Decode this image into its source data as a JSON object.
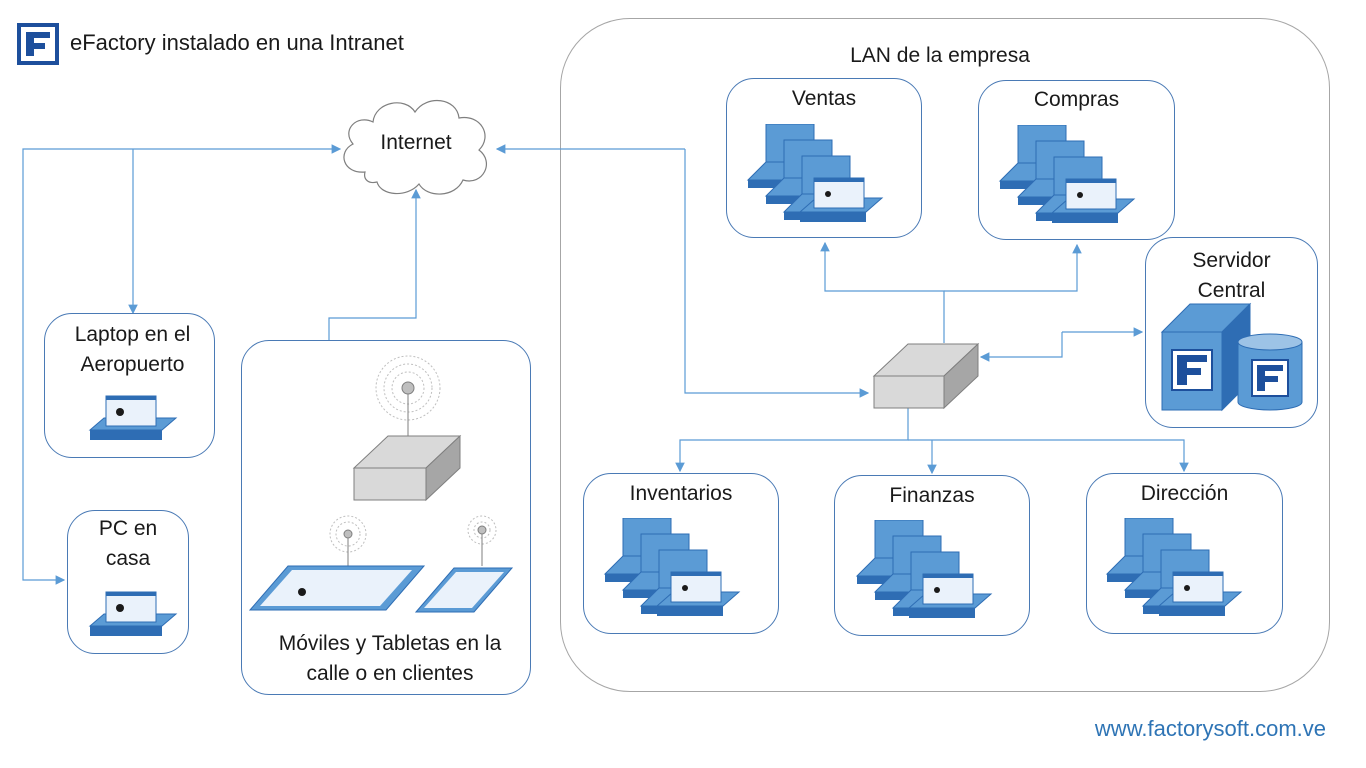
{
  "header": {
    "title": "eFactory instalado en una Intranet",
    "logo": "efactory-f-logo-icon"
  },
  "footer": {
    "url": "www.factorysoft.com.ve"
  },
  "cloud": {
    "label": "Internet"
  },
  "lan": {
    "label": "LAN de la empresa",
    "departments": [
      {
        "id": "ventas",
        "label": "Ventas"
      },
      {
        "id": "compras",
        "label": "Compras"
      },
      {
        "id": "inventarios",
        "label": "Inventarios"
      },
      {
        "id": "finanzas",
        "label": "Finanzas"
      },
      {
        "id": "direccion",
        "label": "Dirección"
      }
    ],
    "server": {
      "label": "Servidor\nCentral"
    },
    "switch_icon": "network-switch-icon"
  },
  "remote": {
    "laptop": {
      "label": "Laptop en el\nAeropuerto"
    },
    "home_pc": {
      "label": "PC en\ncasa"
    },
    "mobile": {
      "label": "Móviles y Tabletas en la\ncalle o en clientes"
    }
  },
  "colors": {
    "accent": "#2e74b5",
    "box_border": "#4a7ab5",
    "lan_border": "#a6a6a6",
    "device_blue": "#5b9bd5",
    "device_dark": "#2e6db4",
    "device_gray": "#bfbfbf",
    "line": "#5b9bd5"
  }
}
